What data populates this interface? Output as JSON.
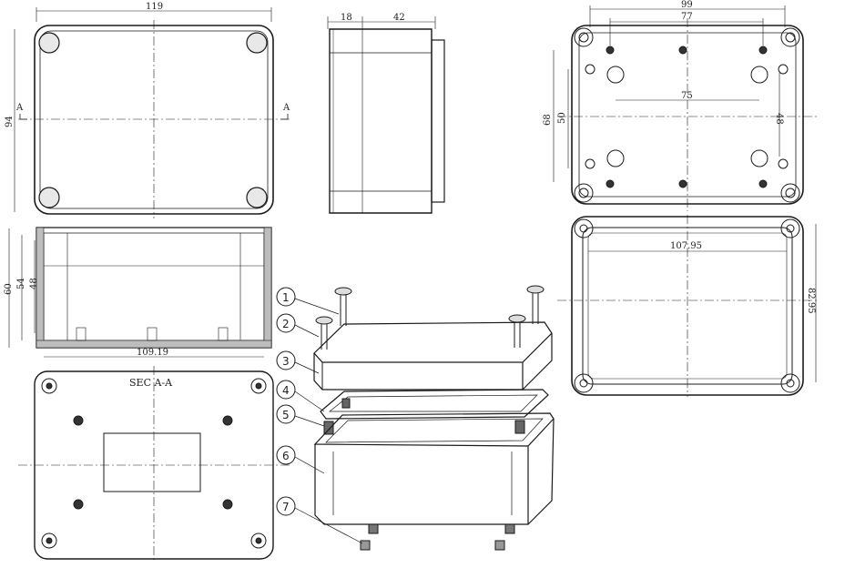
{
  "dimensions": {
    "top_width": "119",
    "top_height": "94",
    "section_mark": "A",
    "side_left": "18",
    "side_right": "42",
    "base_width": "99",
    "base_inner": "77",
    "base_holes_h": "75",
    "base_height": "68",
    "base_inner_h": "50",
    "base_holes_v": "48",
    "gasket_width": "107.95",
    "gasket_height": "82.95",
    "front_height": "60",
    "front_inner": "54",
    "front_inner2": "48",
    "front_width": "109.19",
    "section_title": "SEC A-A"
  },
  "callouts": [
    "1",
    "2",
    "3",
    "4",
    "5",
    "6",
    "7"
  ]
}
